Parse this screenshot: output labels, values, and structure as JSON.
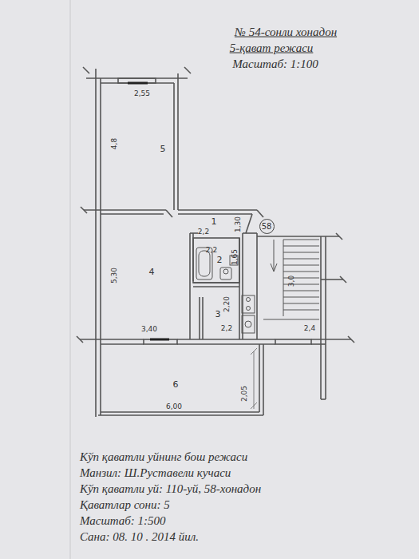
{
  "diagram": {
    "nodes": [
      {
        "text": [
          "58"
        ]
      }
    ],
    "labels": [
      "№ 54-сонли хонадон",
      "5-қават режаси",
      "Масштаб: 1:100",
      "2,55",
      "4,8",
      "5",
      "1",
      "2,2",
      "1,30",
      "2,2",
      "2",
      "1,65",
      "3,0",
      "4",
      "5,30",
      "2,20",
      "3",
      "2,2",
      "3,40",
      "2,4",
      "6",
      "2,05",
      "6,00",
      "Кўп қаватли уйнинг бош режаси",
      "Манзил: Ш.Руставели кучаси",
      "Кўп қаватли уй: 110-уй, 58-хонадон",
      "Қаватлар сони: 5",
      "Масштаб: 1:500",
      "Сана: 08. 10 . 2014 йил."
    ]
  }
}
